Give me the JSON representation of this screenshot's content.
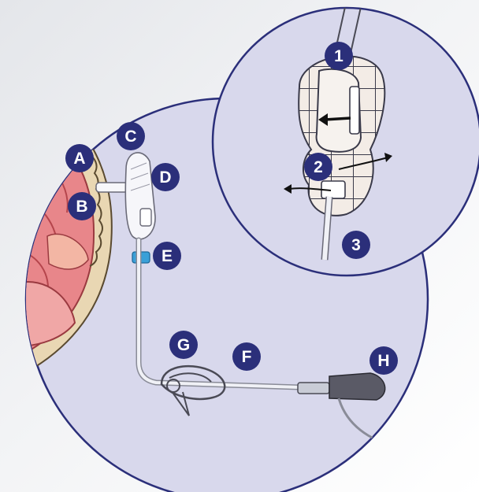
{
  "colors": {
    "badge": "#2b2f7a",
    "circle_fill": "#d8d8ec",
    "circle_stroke": "#2b2f7a",
    "tissue": "#e8868a",
    "tube": "#c9ccd6",
    "tape_grid": "#3a3a4a",
    "clip": "#3aa0d8",
    "connector": "#4a4a55"
  },
  "icons": [
    "clamp-icon",
    "arrow-left-icon",
    "arrow-right-icon"
  ],
  "main_labels": [
    {
      "id": "A",
      "text": "A"
    },
    {
      "id": "B",
      "text": "B"
    },
    {
      "id": "C",
      "text": "C"
    },
    {
      "id": "D",
      "text": "D"
    },
    {
      "id": "E",
      "text": "E"
    },
    {
      "id": "F",
      "text": "F"
    },
    {
      "id": "G",
      "text": "G"
    },
    {
      "id": "H",
      "text": "H"
    }
  ],
  "inset_labels": [
    {
      "id": "1",
      "text": "1"
    },
    {
      "id": "2",
      "text": "2"
    },
    {
      "id": "3",
      "text": "3"
    }
  ]
}
